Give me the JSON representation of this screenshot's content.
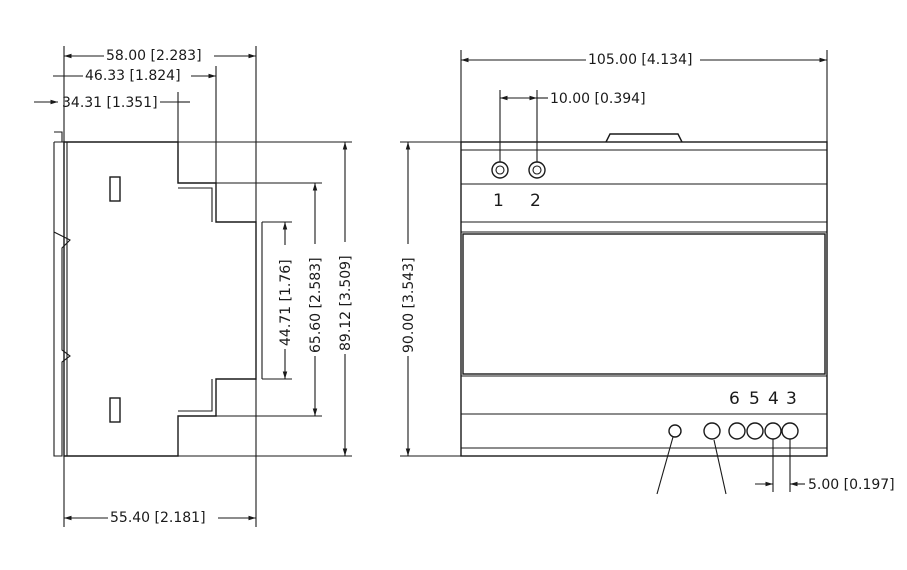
{
  "side_view": {
    "dimensions": {
      "width_total": "58.00 [2.283]",
      "width_mid": "46.33 [1.824]",
      "width_inner": "34.31 [1.351]",
      "width_bottom": "55.40 [2.181]",
      "height_small": "44.71 [1.76]",
      "height_mid": "65.60 [2.583]",
      "height_total": "89.12 [3.509]"
    }
  },
  "front_view": {
    "dimensions": {
      "width_total": "105.00 [4.134]",
      "terminal_spacing": "10.00 [0.394]",
      "height_total": "90.00 [3.543]",
      "led_spacing": "5.00 [0.197]"
    },
    "terminal_labels": [
      "1",
      "2"
    ],
    "led_labels": [
      "6",
      "5",
      "4",
      "3"
    ]
  }
}
